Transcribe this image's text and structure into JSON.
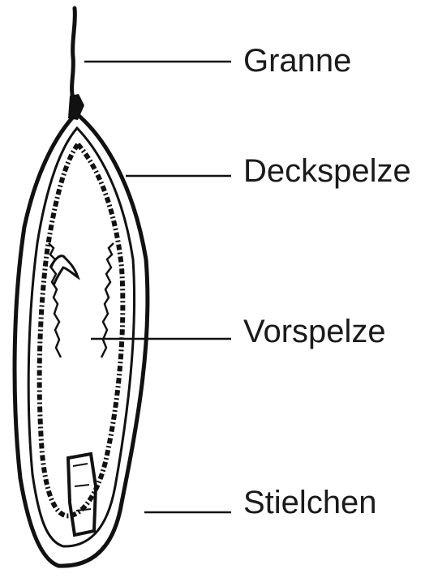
{
  "diagram": {
    "labels": {
      "granne": "Granne",
      "deckspelze": "Deckspelze",
      "vorspelze": "Vorspelze",
      "stielchen": "Stielchen"
    },
    "colors": {
      "ink": "#111111",
      "paper": "#ffffff"
    }
  }
}
